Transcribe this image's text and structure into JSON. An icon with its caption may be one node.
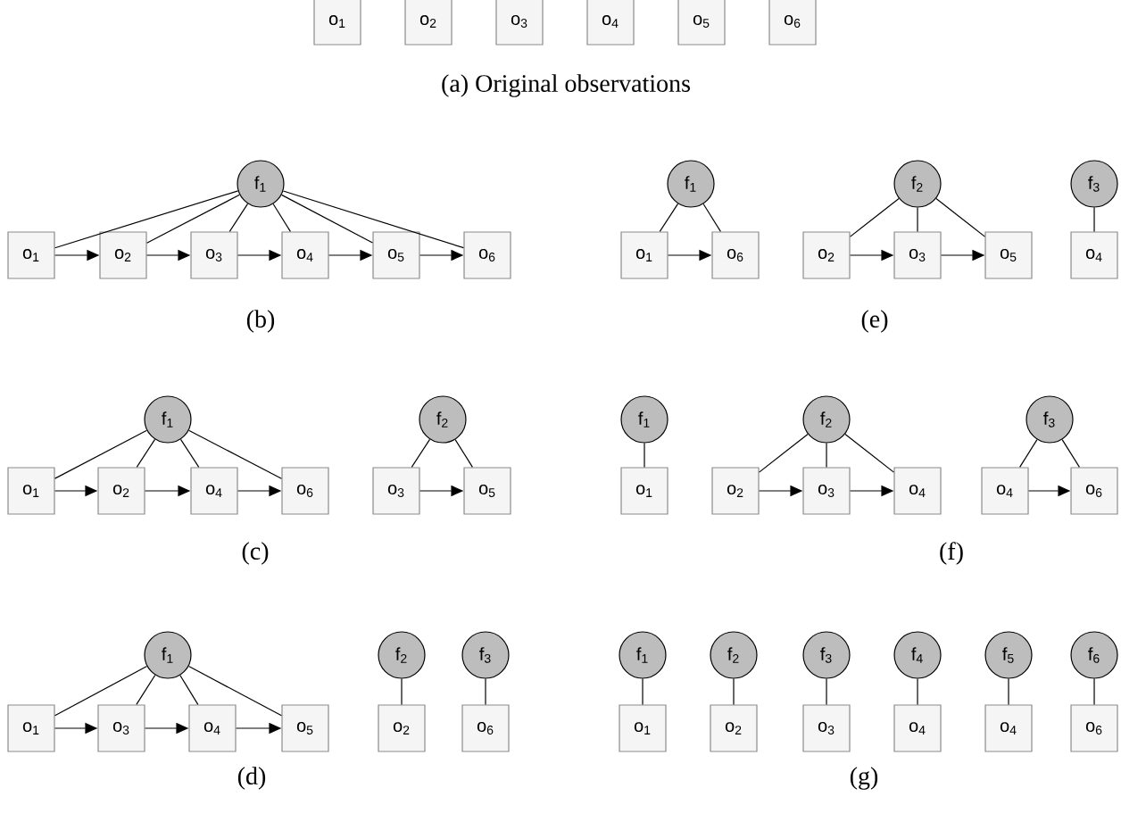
{
  "diagram": {
    "nodes": [
      {
        "text": [
          "o$_{1}$"
        ]
      },
      {
        "text": [
          "o$_{2}$"
        ]
      },
      {
        "text": [
          "o$_{3}$"
        ]
      },
      {
        "text": [
          "o$_{4}$"
        ]
      },
      {
        "text": [
          "o$_{5}$"
        ]
      },
      {
        "text": [
          "o$_{6}$"
        ]
      },
      {
        "text": [
          "f$_{1}$"
        ]
      },
      {
        "text": [
          "o$_{1}$"
        ]
      },
      {
        "text": [
          "o$_{2}$"
        ]
      },
      {
        "text": [
          "o$_{3}$"
        ]
      },
      {
        "text": [
          "o$_{4}$"
        ]
      },
      {
        "text": [
          "o$_{5}$"
        ]
      },
      {
        "text": [
          "o$_{6}$"
        ]
      },
      {
        "text": [
          "f$_{1}$"
        ]
      },
      {
        "text": [
          "o$_{1}$"
        ]
      },
      {
        "text": [
          "o$_{6}$"
        ]
      },
      {
        "text": [
          "f$_{2}$"
        ]
      },
      {
        "text": [
          "o$_{2}$"
        ]
      },
      {
        "text": [
          "o$_{3}$"
        ]
      },
      {
        "text": [
          "o$_{5}$"
        ]
      },
      {
        "text": [
          "f$_{3}$"
        ]
      },
      {
        "text": [
          "o$_{4}$"
        ]
      },
      {
        "text": [
          "f$_{1}$"
        ]
      },
      {
        "text": [
          "o$_{1}$"
        ]
      },
      {
        "text": [
          "o$_{2}$"
        ]
      },
      {
        "text": [
          "o$_{4}$"
        ]
      },
      {
        "text": [
          "o$_{6}$"
        ]
      },
      {
        "text": [
          "f$_{2}$"
        ]
      },
      {
        "text": [
          "o$_{3}$"
        ]
      },
      {
        "text": [
          "o$_{5}$"
        ]
      },
      {
        "text": [
          "f$_{1}$"
        ]
      },
      {
        "text": [
          "o$_{1}$"
        ]
      },
      {
        "text": [
          "f$_{2}$"
        ]
      },
      {
        "text": [
          "o$_{2}$"
        ]
      },
      {
        "text": [
          "o$_{3}$"
        ]
      },
      {
        "text": [
          "o$_{4}$"
        ]
      },
      {
        "text": [
          "f$_{3}$"
        ]
      },
      {
        "text": [
          "o$_{4}$"
        ]
      },
      {
        "text": [
          "o$_{6}$"
        ]
      },
      {
        "text": [
          "f$_{1}$"
        ]
      },
      {
        "text": [
          "o$_{1}$"
        ]
      },
      {
        "text": [
          "o$_{3}$"
        ]
      },
      {
        "text": [
          "o$_{4}$"
        ]
      },
      {
        "text": [
          "o$_{5}$"
        ]
      },
      {
        "text": [
          "f$_{2}$"
        ]
      },
      {
        "text": [
          "o$_{2}$"
        ]
      },
      {
        "text": [
          "f$_{3}$"
        ]
      },
      {
        "text": [
          "o$_{6}$"
        ]
      },
      {
        "text": [
          "f$_{1}$"
        ]
      },
      {
        "text": [
          "o$_{1}$"
        ]
      },
      {
        "text": [
          "f$_{2}$"
        ]
      },
      {
        "text": [
          "o$_{2}$"
        ]
      },
      {
        "text": [
          "f$_{3}$"
        ]
      },
      {
        "text": [
          "o$_{3}$"
        ]
      },
      {
        "text": [
          "f$_{4}$"
        ]
      },
      {
        "text": [
          "o$_{4}$"
        ]
      },
      {
        "text": [
          "f$_{5}$"
        ]
      },
      {
        "text": [
          "o$_{4}$"
        ]
      },
      {
        "text": [
          "f$_{6}$"
        ]
      },
      {
        "text": [
          "o$_{6}$"
        ]
      }
    ],
    "edges": [
      {
        "from": 6,
        "to": 7,
        "arrow": "none"
      },
      {
        "from": 6,
        "to": 8,
        "arrow": "none"
      },
      {
        "from": 6,
        "to": 9,
        "arrow": "none"
      },
      {
        "from": 6,
        "to": 10,
        "arrow": "none"
      },
      {
        "from": 6,
        "to": 11,
        "arrow": "none"
      },
      {
        "from": 6,
        "to": 12,
        "arrow": "none"
      },
      {
        "from": 7,
        "to": 8,
        "arrow": "to"
      },
      {
        "from": 8,
        "to": 9,
        "arrow": "to"
      },
      {
        "from": 9,
        "to": 10,
        "arrow": "to"
      },
      {
        "from": 10,
        "to": 11,
        "arrow": "to"
      },
      {
        "from": 11,
        "to": 12,
        "arrow": "to"
      },
      {
        "from": 13,
        "to": 14,
        "arrow": "none"
      },
      {
        "from": 13,
        "to": 15,
        "arrow": "none"
      },
      {
        "from": 14,
        "to": 15,
        "arrow": "to"
      },
      {
        "from": 16,
        "to": 17,
        "arrow": "none"
      },
      {
        "from": 16,
        "to": 18,
        "arrow": "none"
      },
      {
        "from": 16,
        "to": 19,
        "arrow": "none"
      },
      {
        "from": 17,
        "to": 18,
        "arrow": "to"
      },
      {
        "from": 18,
        "to": 19,
        "arrow": "to"
      },
      {
        "from": 20,
        "to": 21,
        "arrow": "none"
      },
      {
        "from": 22,
        "to": 23,
        "arrow": "none"
      },
      {
        "from": 22,
        "to": 24,
        "arrow": "none"
      },
      {
        "from": 22,
        "to": 25,
        "arrow": "none"
      },
      {
        "from": 22,
        "to": 26,
        "arrow": "none"
      },
      {
        "from": 23,
        "to": 24,
        "arrow": "to"
      },
      {
        "from": 24,
        "to": 25,
        "arrow": "to"
      },
      {
        "from": 25,
        "to": 26,
        "arrow": "to"
      },
      {
        "from": 27,
        "to": 28,
        "arrow": "none"
      },
      {
        "from": 27,
        "to": 29,
        "arrow": "none"
      },
      {
        "from": 28,
        "to": 29,
        "arrow": "to"
      },
      {
        "from": 30,
        "to": 31,
        "arrow": "none"
      },
      {
        "from": 32,
        "to": 33,
        "arrow": "none"
      },
      {
        "from": 32,
        "to": 34,
        "arrow": "none"
      },
      {
        "from": 32,
        "to": 35,
        "arrow": "none"
      },
      {
        "from": 33,
        "to": 34,
        "arrow": "to"
      },
      {
        "from": 34,
        "to": 35,
        "arrow": "to"
      },
      {
        "from": 36,
        "to": 37,
        "arrow": "none"
      },
      {
        "from": 36,
        "to": 38,
        "arrow": "none"
      },
      {
        "from": 37,
        "to": 38,
        "arrow": "to"
      },
      {
        "from": 39,
        "to": 40,
        "arrow": "none"
      },
      {
        "from": 39,
        "to": 41,
        "arrow": "none"
      },
      {
        "from": 39,
        "to": 42,
        "arrow": "none"
      },
      {
        "from": 39,
        "to": 43,
        "arrow": "none"
      },
      {
        "from": 40,
        "to": 41,
        "arrow": "to"
      },
      {
        "from": 41,
        "to": 42,
        "arrow": "to"
      },
      {
        "from": 42,
        "to": 43,
        "arrow": "to"
      },
      {
        "from": 44,
        "to": 45,
        "arrow": "none"
      },
      {
        "from": 46,
        "to": 47,
        "arrow": "none"
      },
      {
        "from": 48,
        "to": 49,
        "arrow": "none"
      },
      {
        "from": 50,
        "to": 51,
        "arrow": "none"
      },
      {
        "from": 52,
        "to": 53,
        "arrow": "none"
      },
      {
        "from": 54,
        "to": 55,
        "arrow": "none"
      },
      {
        "from": 56,
        "to": 57,
        "arrow": "none"
      },
      {
        "from": 58,
        "to": 59,
        "arrow": "none"
      }
    ],
    "labels": [
      "(a) Original observations",
      "(b)",
      "(e)",
      "(c)",
      "(f)",
      "(d)",
      "(g)"
    ]
  }
}
